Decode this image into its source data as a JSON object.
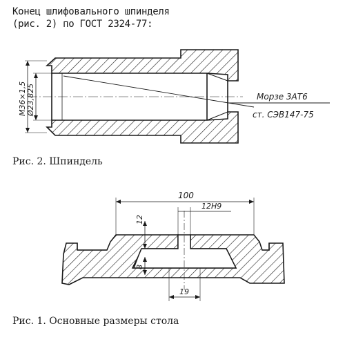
{
  "intro": {
    "line1": "Конец шлифовального шпинделя",
    "line2": "(рис. 2) по ГОСТ 2324-77:"
  },
  "figure_spindle": {
    "caption": "Рис. 2. Шпиндель",
    "dim_thread": "M36×1,5",
    "dim_diameter": "Ø23,825",
    "taper_label_1": "Морзе 3АТ6",
    "taper_label_2": "ст. СЭВ147-75"
  },
  "figure_table": {
    "caption": "Рис. 1. Основные размеры стола",
    "dim_width": "100",
    "dim_slot": "12H9",
    "dim_height": "12",
    "dim_depth": "8",
    "dim_bottom": "19"
  }
}
